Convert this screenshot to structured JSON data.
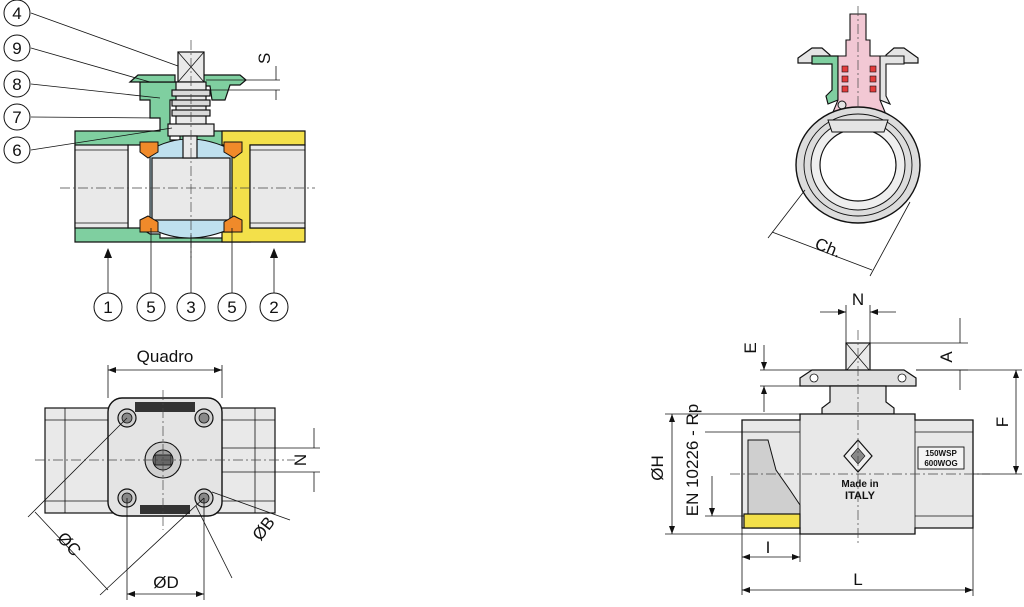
{
  "part_numbers": [
    "4",
    "9",
    "8",
    "7",
    "6",
    "1",
    "5",
    "3",
    "5",
    "2"
  ],
  "dimensions": {
    "s": "S",
    "quadro": "Quadro",
    "n_top": "N",
    "n_side": "N",
    "c": "ØC",
    "d": "ØD",
    "b": "ØB",
    "ch": "Ch.",
    "e": "E",
    "a": "A",
    "f": "F",
    "h": "ØH",
    "rp": "EN 10226 - Rp",
    "i": "I",
    "l": "L"
  },
  "body_marking": {
    "made_in": "Made in",
    "country": "ITALY",
    "rating_1": "150WSP",
    "rating_2": "600WOG"
  },
  "colors": {
    "body_green": "#7fcfa0",
    "end_yellow": "#f3e04a",
    "seal_orange": "#f08a2a",
    "ball_blue": "#bfe0ee",
    "stem_pink": "#f2c8d4",
    "oring_red": "#e33b3b"
  }
}
